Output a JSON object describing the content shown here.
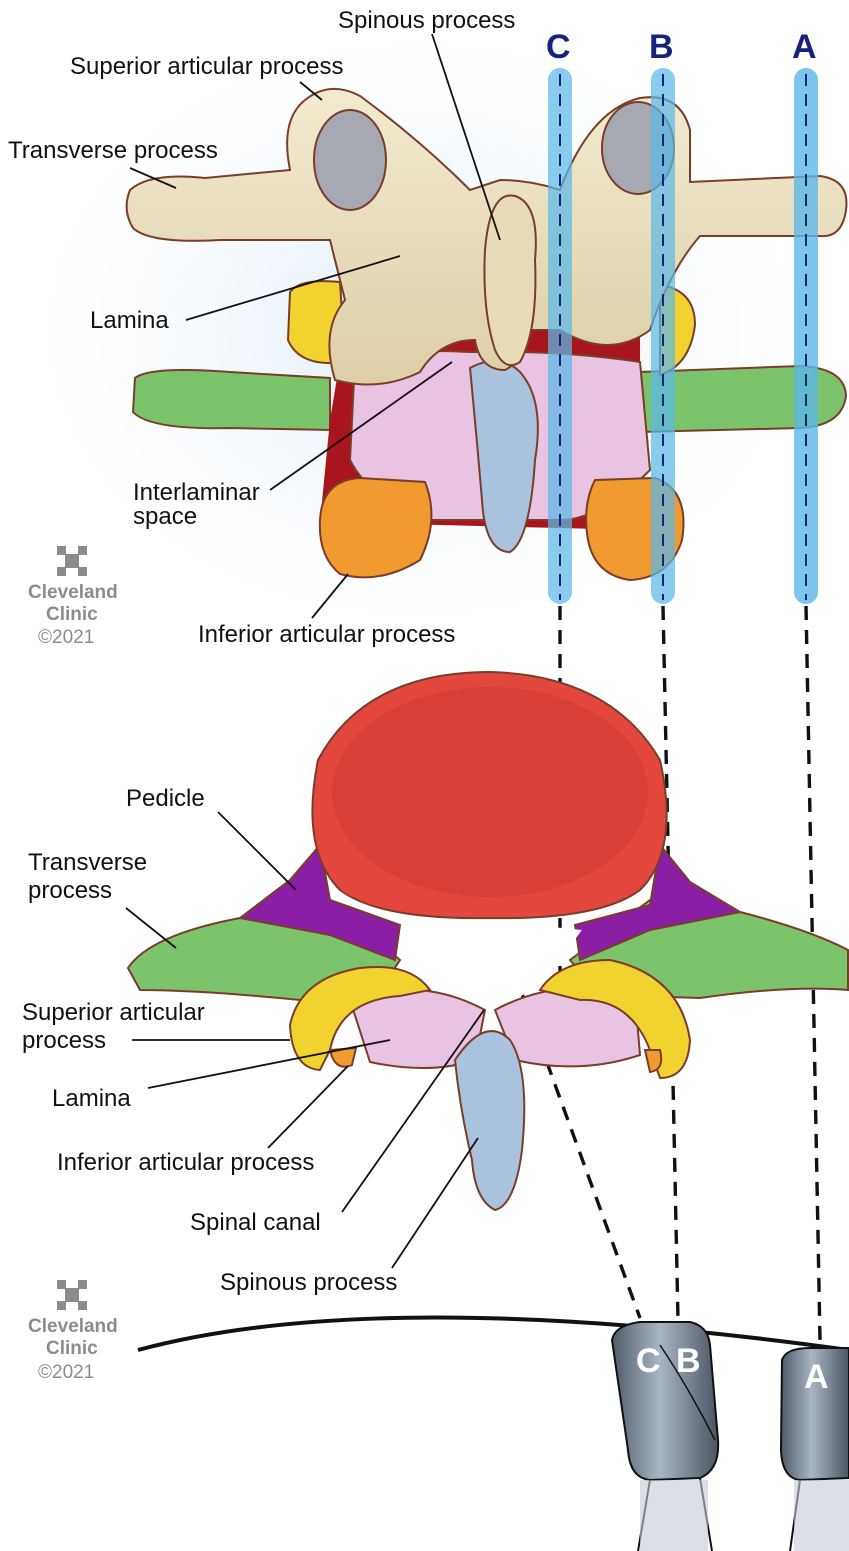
{
  "posterior_view": {
    "labels": {
      "spinous_process": "Spinous process",
      "superior_articular_process": "Superior articular process",
      "transverse_process": "Transverse process",
      "lamina": "Lamina",
      "interlaminar_space_line1": "Interlaminar",
      "interlaminar_space_line2": "space",
      "inferior_articular_process": "Inferior articular process"
    },
    "beam_letters": {
      "c": "C",
      "b": "B",
      "a": "A"
    }
  },
  "axial_view": {
    "labels": {
      "pedicle": "Pedicle",
      "transverse_process_line1": "Transverse",
      "transverse_process_line2": "process",
      "superior_articular_process_line1": "Superior articular",
      "superior_articular_process_line2": "process",
      "lamina": "Lamina",
      "inferior_articular_process": "Inferior articular process",
      "spinal_canal": "Spinal canal",
      "spinous_process": "Spinous process"
    },
    "probe_letters": {
      "c": "C",
      "b": "B",
      "a": "A"
    }
  },
  "logos": [
    {
      "line1": "Cleveland",
      "line2": "Clinic",
      "copyright": "©2021"
    },
    {
      "line1": "Cleveland",
      "line2": "Clinic",
      "copyright": "©2021"
    }
  ],
  "colors": {
    "bone": "#ede3c4",
    "vertebral_body": "#e3473d",
    "pedicle": "#8a1fa6",
    "transverse_process": "#7cc46c",
    "superior_articular": "#f2d22e",
    "inferior_articular": "#f09a30",
    "lamina": "#e9c3e2",
    "spinal_canal": "#a9c2de",
    "beam": "#5cb8e6",
    "beam_letter": "#16237e"
  }
}
